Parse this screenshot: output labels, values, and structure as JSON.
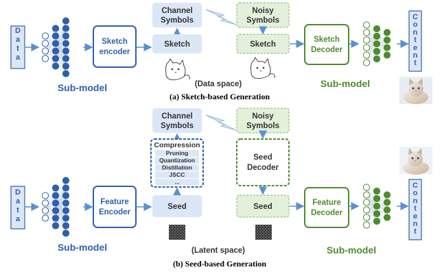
{
  "colors": {
    "blue": "#2e5fa8",
    "blue_fill": "#dbe7f6",
    "blue_node": "#2e5fa8",
    "green": "#4e8a2e",
    "green_fill": "#e3f0da",
    "green_node": "#4e8a2e",
    "arrow": "#5b8fd1",
    "text_dark": "#333333"
  },
  "top": {
    "data_label": "Data",
    "encoder_label_1": "Sketch",
    "encoder_label_2": "encoder",
    "submodel_left": "Sub-model",
    "channel_symbols_1": "Channel",
    "channel_symbols_2": "Symbols",
    "sketch_left": "Sketch",
    "noisy_symbols_1": "Noisy",
    "noisy_symbols_2": "Symbols",
    "sketch_right": "Sketch",
    "decoder_label_1": "Sketch",
    "decoder_label_2": "Decoder",
    "submodel_right": "Sub-model",
    "content_label": "Content",
    "space_label": "(Data space)",
    "caption": "(a) Sketch-based Generation",
    "cat_sketch_icons": [
      "cat-sketch-icon",
      "cat-sketch-icon"
    ],
    "photo_icon": "kitten-photo"
  },
  "bottom": {
    "data_label": "Data",
    "encoder_label_1": "Feature",
    "encoder_label_2": "Encoder",
    "submodel_left": "Sub-model",
    "channel_symbols_1": "Channel",
    "channel_symbols_2": "Symbols",
    "compression_title": "Compression",
    "compression_items": [
      "Pruning",
      "Quantization",
      "Distillation",
      "JSCC",
      "..."
    ],
    "seed_left": "Seed",
    "noisy_symbols_1": "Noisy",
    "noisy_symbols_2": "Symbols",
    "seed_decoder_1": "Seed",
    "seed_decoder_2": "Decoder",
    "seed_right": "Seed",
    "decoder_label_1": "Feature",
    "decoder_label_2": "Decoder",
    "submodel_right": "Sub-model",
    "content_label": "Content",
    "space_label": "(Latent space)",
    "caption": "(b) Seed-based Generation",
    "noise_icons": [
      "noise-seed-icon",
      "noise-seed-icon"
    ],
    "photo_icon": "kitten-photo"
  }
}
